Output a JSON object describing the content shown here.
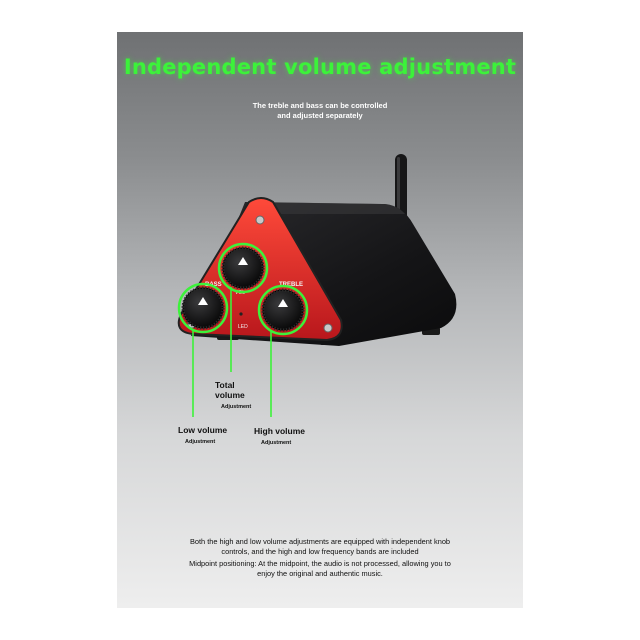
{
  "headline": "Independent volume adjustment",
  "subtitle_line1": "The treble and bass can be controlled",
  "subtitle_line2": "and adjusted separately",
  "device": {
    "label_bass": "BASS",
    "label_treble": "TREBLE",
    "label_vol": "VOL",
    "label_led": "LED"
  },
  "callouts": {
    "total": {
      "title1": "Total",
      "title2": "volume",
      "detail": "Adjustment"
    },
    "low": {
      "title": "Low volume",
      "detail": "Adjustment"
    },
    "high": {
      "title": "High volume",
      "detail": "Adjustment"
    }
  },
  "caption": {
    "line1": "Both the high and low volume adjustments are equipped with independent knob",
    "line2": "controls, and the high and low frequency bands are included",
    "line3": "Midpoint positioning: At the midpoint, the audio is not processed, allowing you to",
    "line4": "enjoy the original and authentic music."
  },
  "colors": {
    "highlight_green": "#3cf23a",
    "faceplate_red": "#d92a2a",
    "body_black": "#1b1b1d"
  }
}
